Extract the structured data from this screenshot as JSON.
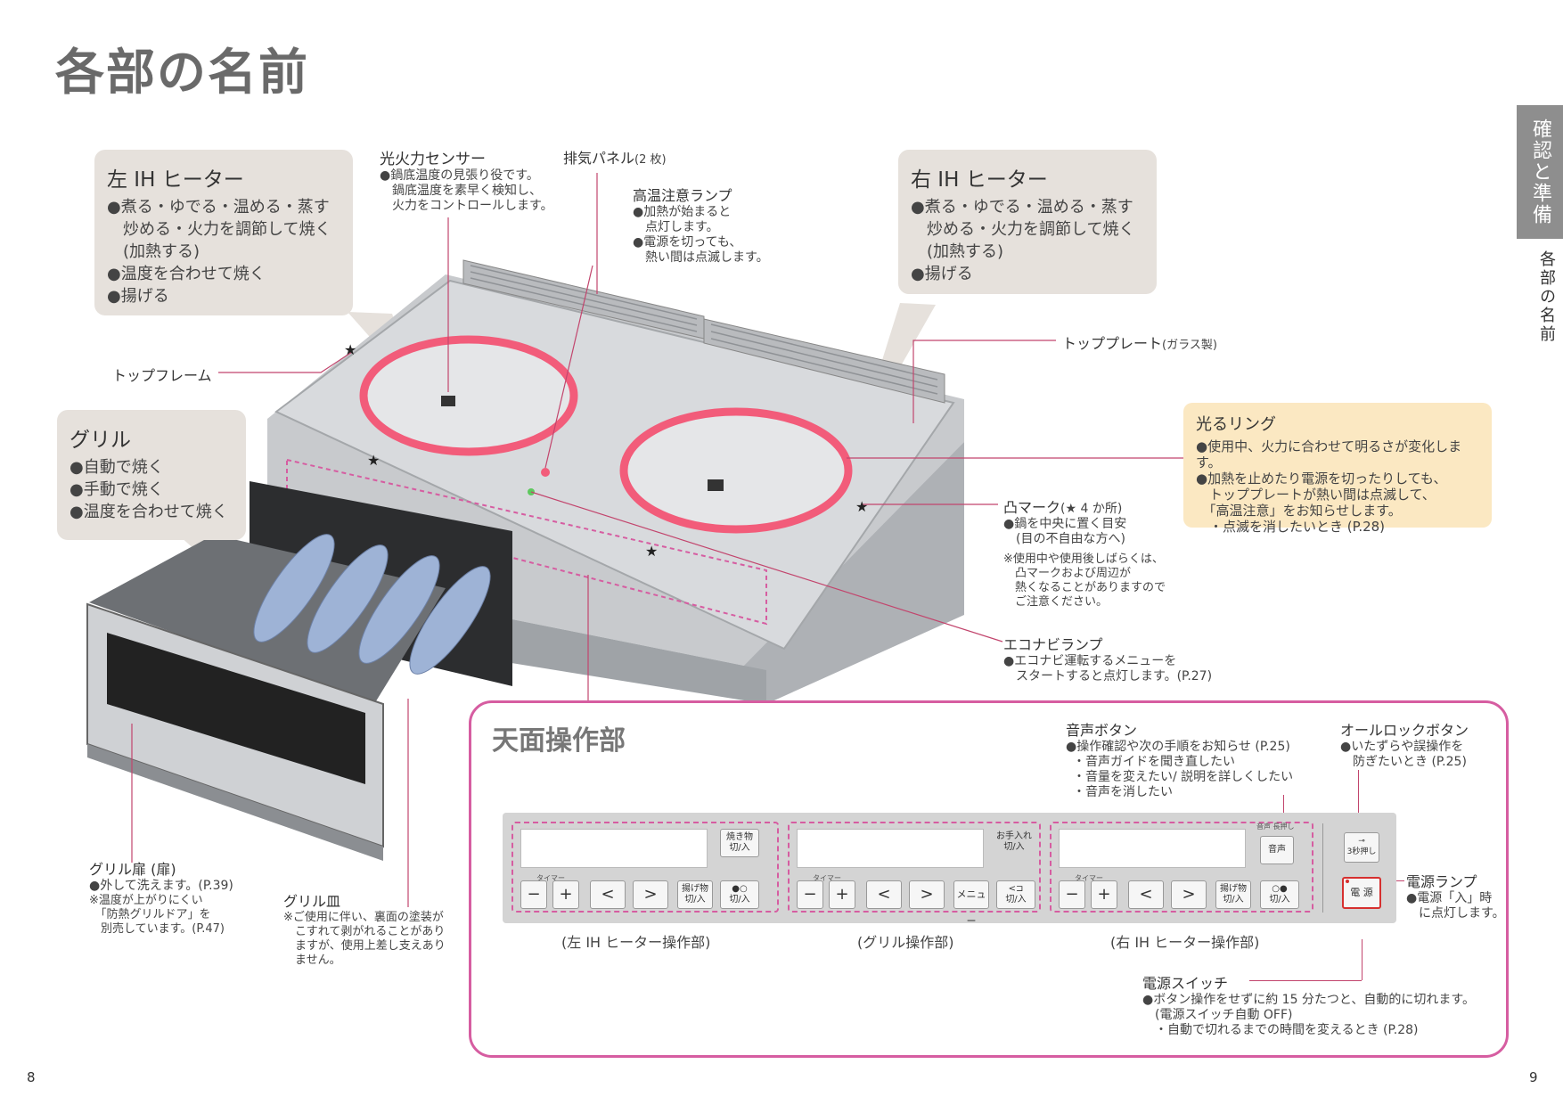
{
  "page": {
    "title": "各部の名前",
    "side_tab": "確認と準備",
    "side_sub": "各部の名前",
    "page_left": "8",
    "page_right": "9"
  },
  "left_heater": {
    "title": "左 IH ヒーター",
    "items": [
      "●煮る・ゆでる・温める・蒸す",
      "　炒める・火力を調節して焼く",
      "　(加熱する)",
      "●温度を合わせて焼く",
      "●揚げる"
    ]
  },
  "right_heater": {
    "title": "右 IH ヒーター",
    "items": [
      "●煮る・ゆでる・温める・蒸す",
      "　炒める・火力を調節して焼く",
      "　(加熱する)",
      "●揚げる"
    ]
  },
  "grill": {
    "title": "グリル",
    "items": [
      "●自動で焼く",
      "●手動で焼く",
      "●温度を合わせて焼く"
    ]
  },
  "sensor": {
    "label": "光火力センサー",
    "lines": [
      "●鍋底温度の見張り役です。",
      "　鍋底温度を素早く検知し、",
      "　火力をコントロールします。"
    ]
  },
  "exhaust": {
    "label": "排気パネル",
    "note": "(2 枚)"
  },
  "hot_lamp": {
    "label": "高温注意ランプ",
    "lines": [
      "●加熱が始まると",
      "　点灯します。",
      "●電源を切っても、",
      "　熱い間は点滅します。"
    ]
  },
  "top_frame": {
    "label": "トップフレーム"
  },
  "top_plate": {
    "label": "トッププレート",
    "note": "(ガラス製)"
  },
  "ring": {
    "title": "光るリング",
    "lines": [
      "●使用中、火力に合わせて明るさが変化します。",
      "●加熱を止めたり電源を切ったりしても、",
      "　トッププレートが熱い間は点滅して、",
      "　「高温注意」をお知らせします。",
      "　・点滅を消したいとき (P.28)"
    ]
  },
  "bump": {
    "label": "凸マーク",
    "note": "(★ 4 か所)",
    "lines": [
      "●鍋を中央に置く目安",
      "　(目の不自由な方へ)"
    ],
    "warn": [
      "※使用中や使用後しばらくは、",
      "　凸マークおよび周辺が",
      "　熱くなることがありますので",
      "　ご注意ください。"
    ]
  },
  "econavi": {
    "label": "エコナビランプ",
    "lines": [
      "●エコナビ運転するメニューを",
      "　スタートすると点灯します。(P.27)"
    ]
  },
  "grill_door": {
    "label": "グリル扉 (扉)",
    "lines": [
      "●外して洗えます。(P.39)"
    ],
    "notes": [
      "※温度が上がりにくい",
      "　「防熱グリルドア」を",
      "　別売しています。(P.47)"
    ]
  },
  "grill_pan": {
    "label": "グリル皿",
    "notes": [
      "※ご使用に伴い、裏面の塗装が",
      "　こすれて剥がれることがあり",
      "　ますが、使用上差し支えあり",
      "　ません。"
    ]
  },
  "panel": {
    "title": "天面操作部",
    "voice": {
      "label": "音声ボタン",
      "lines": [
        "●操作確認や次の手順をお知らせ (P.25)",
        "・音声ガイドを聞き直したい",
        "・音量を変えたい/ 説明を詳しくしたい",
        "・音声を消したい"
      ]
    },
    "lock": {
      "label": "オールロックボタン",
      "lines": [
        "●いたずらや誤操作を",
        "　防ぎたいとき (P.25)"
      ]
    },
    "power_lamp": {
      "label": "電源ランプ",
      "lines": [
        "●電源「入」時",
        "　に点灯します。"
      ]
    },
    "power_switch": {
      "label": "電源スイッチ",
      "lines": [
        "●ボタン操作をせずに約 15 分たつと、自動的に切れます。",
        "　(電源スイッチ自動 OFF)",
        "　・自動で切れるまでの時間を変えるとき (P.28)"
      ]
    },
    "captions": [
      "(左 IH ヒーター操作部)",
      "(グリル操作部)",
      "(右 IH ヒーター操作部)"
    ],
    "buttons": {
      "minus": "−",
      "plus": "+",
      "left": "<",
      "right": ">",
      "timer": "タイマー",
      "yaki": "焼き物\n切/入",
      "age": "揚げ物\n切/入",
      "onoff": "●○\n切/入",
      "oteire": "お手入れ\n切/入",
      "menu": "メニュー",
      "fish": "<⊐\n切/入",
      "onsei": "音声",
      "onsei_top": "音声 長押し",
      "onoff2": "○●\n切/入",
      "lock": "⊸\n3秒押し",
      "power": "電 源"
    }
  }
}
